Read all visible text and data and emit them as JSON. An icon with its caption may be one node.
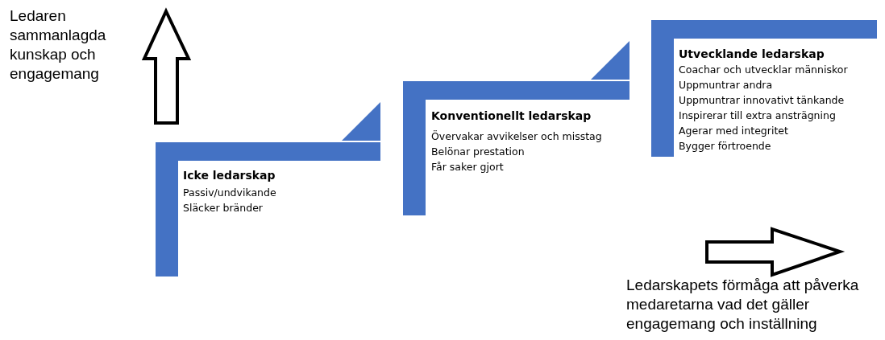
{
  "diagram": {
    "nodes": [
      {
        "text": [
          "Icke ledarskap",
          "Passiv/undvikande",
          "Släcker bränder"
        ]
      },
      {
        "text": [
          "Konventionellt ledarskap",
          "Övervakar avvikelser och misstag",
          "Belönar prestation",
          "Får saker gjort"
        ]
      },
      {
        "text": [
          "Utvecklande ledarskap",
          "Coachar och utvecklar människor",
          "Uppmuntrar andra",
          "Uppmuntrar innovativt tänkande",
          "Inspirerar till extra ansträgning",
          "Agerar med  integritet",
          "Bygger förtroende"
        ]
      }
    ],
    "edges": [],
    "labels": [
      "Ledaren sammanlagda kunskap och engagemang",
      "Ledarskapets förmåga att påverka medaretarna vad det gäller engagemang och inställning"
    ]
  }
}
